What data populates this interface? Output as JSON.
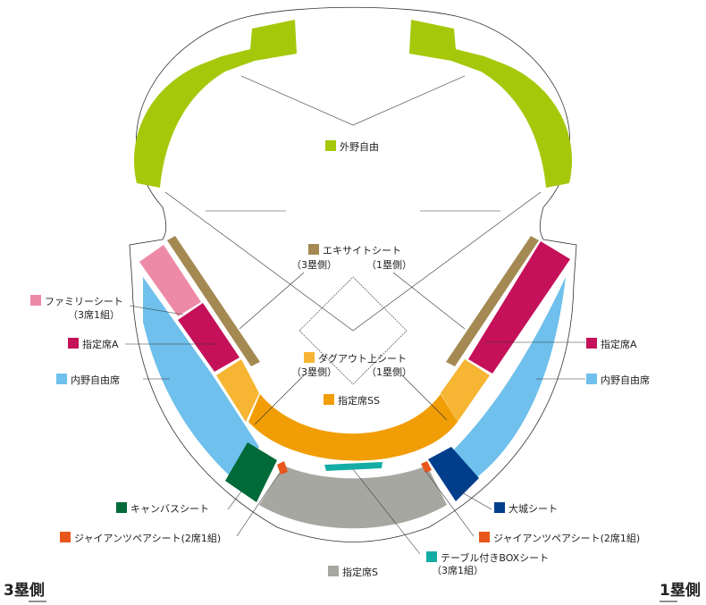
{
  "colors": {
    "outfield": "#a6c80b",
    "excite": "#a48a52",
    "family": "#ed8aa8",
    "reserved_a": "#c5105a",
    "infield_free": "#6fc0ec",
    "dugout_upper": "#f6b533",
    "reserved_ss": "#f19d05",
    "canvas": "#006a39",
    "giants_pair": "#e8561b",
    "reserved_s": "#a7a7a1",
    "table_box": "#13ada5",
    "ooshiro": "#003e8c"
  },
  "labels": {
    "outfield_free": "外野自由",
    "excite": "エキサイトシート",
    "excite_third": "（3塁側）",
    "excite_first": "（1塁側）",
    "family": "ファミリーシート",
    "family_note": "（3席1組）",
    "reserved_a_left": "指定席A",
    "reserved_a_right": "指定席A",
    "infield_left": "内野自由席",
    "infield_right": "内野自由席",
    "dugout": "ダグアウト上シート",
    "dugout_third": "（3塁側）",
    "dugout_first": "（1塁側）",
    "reserved_ss": "指定席SS",
    "canvas": "キャンバスシート",
    "giants_left": "ジャイアンツペアシート(2席1組)",
    "giants_right": "ジャイアンツペアシート(2席1組)",
    "ooshiro": "大城シート",
    "table_box": "テーブル付きBOXシート",
    "table_box_note": "（3席1組）",
    "reserved_s": "指定席S",
    "third_base_side": "3塁側",
    "first_base_side": "1塁側"
  }
}
